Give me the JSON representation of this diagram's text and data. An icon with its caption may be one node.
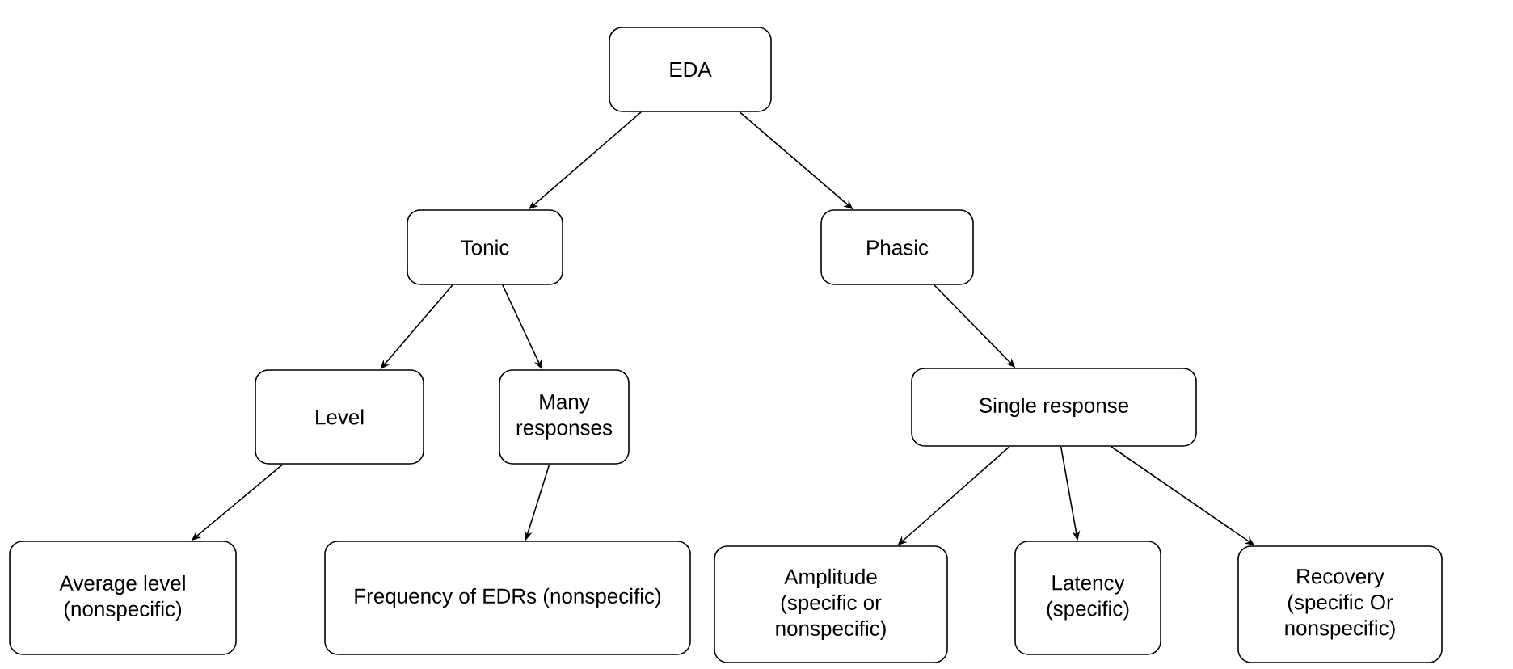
{
  "diagram": {
    "nodes": [
      {
        "text": [
          "EDA"
        ]
      },
      {
        "text": [
          "Tonic"
        ]
      },
      {
        "text": [
          "Phasic"
        ]
      },
      {
        "text": [
          "Level"
        ]
      },
      {
        "text": [
          "Many responses"
        ]
      },
      {
        "text": [
          "Single response"
        ]
      },
      {
        "text": [
          "Average level (nonspecific)"
        ]
      },
      {
        "text": [
          "Frequency of EDRs (nonspecific)"
        ]
      },
      {
        "text": [
          "Amplitude (specific or nonspecific)"
        ]
      },
      {
        "text": [
          "Latency (specific)"
        ]
      },
      {
        "text": [
          "Recovery (specific Or nonspecific)"
        ]
      }
    ],
    "edges": [
      {
        "from": 0,
        "to": 1,
        "arrow": "to"
      },
      {
        "from": 0,
        "to": 2,
        "arrow": "to"
      },
      {
        "from": 1,
        "to": 3,
        "arrow": "to"
      },
      {
        "from": 1,
        "to": 4,
        "arrow": "to"
      },
      {
        "from": 2,
        "to": 5,
        "arrow": "to"
      },
      {
        "from": 3,
        "to": 6,
        "arrow": "to"
      },
      {
        "from": 4,
        "to": 7,
        "arrow": "to"
      },
      {
        "from": 5,
        "to": 8,
        "arrow": "to"
      },
      {
        "from": 5,
        "to": 9,
        "arrow": "to"
      },
      {
        "from": 5,
        "to": 10,
        "arrow": "to"
      }
    ]
  }
}
